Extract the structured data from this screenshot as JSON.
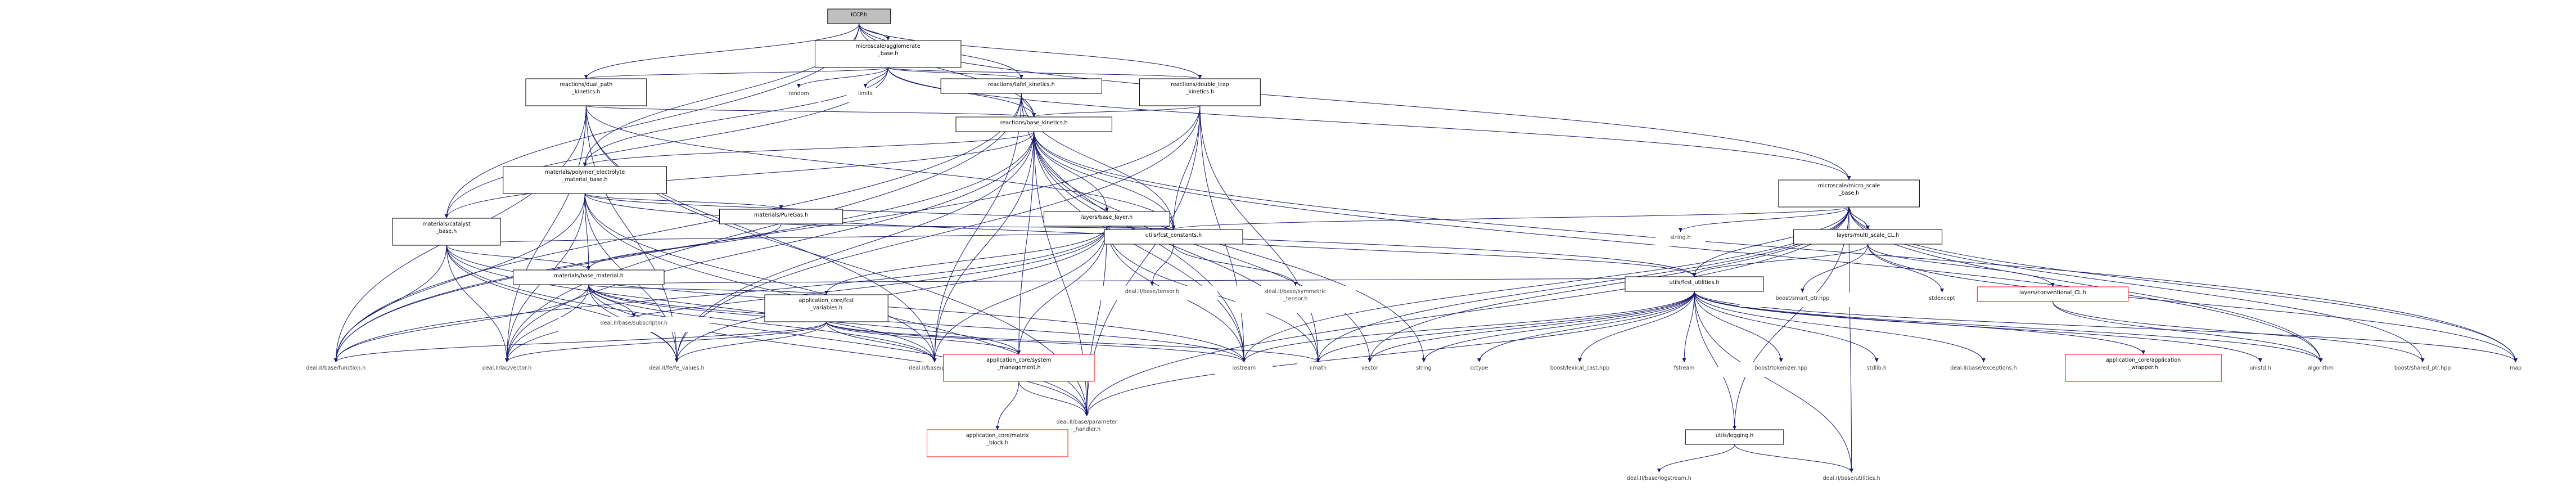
{
  "colors": {
    "edge": "#191970",
    "node_border": "#000000",
    "root_fill": "#bfbfbf",
    "extern_text": "#3a3a3a",
    "red_border": "#ff0000"
  },
  "nodes": [
    {
      "id": "root",
      "lines": [
        "ICCP.h"
      ],
      "style": "root"
    },
    {
      "id": "agglo",
      "lines": [
        "microscale/agglomerate",
        "_base.h"
      ],
      "style": "box"
    },
    {
      "id": "dual",
      "lines": [
        "reactions/dual_path",
        "_kinetics.h"
      ],
      "style": "box"
    },
    {
      "id": "tafel",
      "lines": [
        "reactions/tafel_kinetics.h"
      ],
      "style": "box"
    },
    {
      "id": "double",
      "lines": [
        "reactions/double_trap",
        "_kinetics.h"
      ],
      "style": "box"
    },
    {
      "id": "random",
      "lines": [
        "random"
      ],
      "style": "gray"
    },
    {
      "id": "limits",
      "lines": [
        "limits"
      ],
      "style": "gray"
    },
    {
      "id": "base_kin",
      "lines": [
        "reactions/base_kinetics.h"
      ],
      "style": "box"
    },
    {
      "id": "polymer",
      "lines": [
        "materials/polymer_electrolyte",
        "_material_base.h"
      ],
      "style": "box"
    },
    {
      "id": "catalyst",
      "lines": [
        "materials/catalyst",
        "_base.h"
      ],
      "style": "box"
    },
    {
      "id": "puregas",
      "lines": [
        "materials/PureGas.h"
      ],
      "style": "box"
    },
    {
      "id": "base_mat",
      "lines": [
        "materials/base_material.h"
      ],
      "style": "box"
    },
    {
      "id": "base_layer",
      "lines": [
        "layers/base_layer.h"
      ],
      "style": "box"
    },
    {
      "id": "fcst_const",
      "lines": [
        "utils/fcst_constants.h"
      ],
      "style": "box"
    },
    {
      "id": "micro",
      "lines": [
        "microscale/micro_scale",
        "_base.h"
      ],
      "style": "box"
    },
    {
      "id": "string_h",
      "lines": [
        "string.h"
      ],
      "style": "gray"
    },
    {
      "id": "multi_cl",
      "lines": [
        "layers/multi_scale_CL.h"
      ],
      "style": "box"
    },
    {
      "id": "fcst_utils",
      "lines": [
        "utils/fcst_utilities.h"
      ],
      "style": "box"
    },
    {
      "id": "app_fcst_var",
      "lines": [
        "application_core/fcst",
        "_variables.h"
      ],
      "style": "box"
    },
    {
      "id": "subscriptor",
      "lines": [
        "deal.II/base/subscriptor.h"
      ],
      "style": "gray"
    },
    {
      "id": "tensor",
      "lines": [
        "deal.II/base/tensor.h"
      ],
      "style": "gray"
    },
    {
      "id": "sym_tensor",
      "lines": [
        "deal.II/base/symmetric",
        "_tensor.h"
      ],
      "style": "gray"
    },
    {
      "id": "smart_ptr",
      "lines": [
        "boost/smart_ptr.hpp"
      ],
      "style": "gray"
    },
    {
      "id": "stdexcept",
      "lines": [
        "stdexcept"
      ],
      "style": "gray"
    },
    {
      "id": "conv_cl",
      "lines": [
        "layers/conventional_CL.h"
      ],
      "style": "red"
    },
    {
      "id": "func_h",
      "lines": [
        "deal.II/base/function.h"
      ],
      "style": "gray"
    },
    {
      "id": "vector_h",
      "lines": [
        "deal.II/lac/vector.h"
      ],
      "style": "gray"
    },
    {
      "id": "fe_values",
      "lines": [
        "deal.II/fe/fe_values.h"
      ],
      "style": "gray"
    },
    {
      "id": "point_h",
      "lines": [
        "deal.II/base/point.h"
      ],
      "style": "gray"
    },
    {
      "id": "app_sysmgmt",
      "lines": [
        "application_core/system",
        "_management.h"
      ],
      "style": "red"
    },
    {
      "id": "iostream",
      "lines": [
        "iostream"
      ],
      "style": "gray"
    },
    {
      "id": "cmath",
      "lines": [
        "cmath"
      ],
      "style": "gray"
    },
    {
      "id": "vector",
      "lines": [
        "vector"
      ],
      "style": "gray"
    },
    {
      "id": "string",
      "lines": [
        "string"
      ],
      "style": "gray"
    },
    {
      "id": "cctype",
      "lines": [
        "cctype"
      ],
      "style": "gray"
    },
    {
      "id": "lexical",
      "lines": [
        "boost/lexical_cast.hpp"
      ],
      "style": "gray"
    },
    {
      "id": "fstream",
      "lines": [
        "fstream"
      ],
      "style": "gray"
    },
    {
      "id": "tokenizer",
      "lines": [
        "boost/tokenizer.hpp"
      ],
      "style": "gray"
    },
    {
      "id": "stdlib",
      "lines": [
        "stdlib.h"
      ],
      "style": "gray"
    },
    {
      "id": "exceptions",
      "lines": [
        "deal.II/base/exceptions.h"
      ],
      "style": "gray"
    },
    {
      "id": "app_wrapper",
      "lines": [
        "application_core/application",
        "_wrapper.h"
      ],
      "style": "red"
    },
    {
      "id": "unistd",
      "lines": [
        "unistd.h"
      ],
      "style": "gray"
    },
    {
      "id": "algorithm",
      "lines": [
        "algorithm"
      ],
      "style": "gray"
    },
    {
      "id": "shared_ptr",
      "lines": [
        "boost/shared_ptr.hpp"
      ],
      "style": "gray"
    },
    {
      "id": "map",
      "lines": [
        "map"
      ],
      "style": "gray"
    },
    {
      "id": "param",
      "lines": [
        "deal.II/base/parameter",
        "_handler.h"
      ],
      "style": "gray"
    },
    {
      "id": "matrix_block",
      "lines": [
        "application_core/matrix",
        "_block.h"
      ],
      "style": "red"
    },
    {
      "id": "logging",
      "lines": [
        "utils/logging.h"
      ],
      "style": "box"
    },
    {
      "id": "logstream",
      "lines": [
        "deal.II/base/logstream.h"
      ],
      "style": "gray"
    },
    {
      "id": "utilities",
      "lines": [
        "deal.II/base/utilities.h"
      ],
      "style": "gray"
    }
  ],
  "edges": [
    [
      "root",
      "agglo"
    ],
    [
      "root",
      "dual"
    ],
    [
      "root",
      "tafel"
    ],
    [
      "root",
      "double"
    ],
    [
      "root",
      "base_kin"
    ],
    [
      "root",
      "polymer"
    ],
    [
      "root",
      "catalyst"
    ],
    [
      "root",
      "micro"
    ],
    [
      "agglo",
      "dual"
    ],
    [
      "agglo",
      "tafel"
    ],
    [
      "agglo",
      "double"
    ],
    [
      "agglo",
      "random"
    ],
    [
      "agglo",
      "limits"
    ],
    [
      "agglo",
      "base_kin"
    ],
    [
      "agglo",
      "polymer"
    ],
    [
      "agglo",
      "catalyst"
    ],
    [
      "agglo",
      "micro"
    ],
    [
      "dual",
      "base_kin"
    ],
    [
      "dual",
      "func_h"
    ],
    [
      "dual",
      "vector_h"
    ],
    [
      "dual",
      "fe_values"
    ],
    [
      "dual",
      "point_h"
    ],
    [
      "dual",
      "param"
    ],
    [
      "dual",
      "fcst_const"
    ],
    [
      "tafel",
      "base_kin"
    ],
    [
      "tafel",
      "func_h"
    ],
    [
      "tafel",
      "vector_h"
    ],
    [
      "tafel",
      "point_h"
    ],
    [
      "tafel",
      "fcst_const"
    ],
    [
      "tafel",
      "iostream"
    ],
    [
      "double",
      "base_kin"
    ],
    [
      "double",
      "fcst_const"
    ],
    [
      "double",
      "iostream"
    ],
    [
      "double",
      "cmath"
    ],
    [
      "double",
      "param"
    ],
    [
      "double",
      "fe_values"
    ],
    [
      "double",
      "func_h"
    ],
    [
      "base_kin",
      "polymer"
    ],
    [
      "base_kin",
      "catalyst"
    ],
    [
      "base_kin",
      "base_layer"
    ],
    [
      "base_kin",
      "fcst_const"
    ],
    [
      "base_kin",
      "app_sysmgmt"
    ],
    [
      "base_kin",
      "func_h"
    ],
    [
      "base_kin",
      "vector_h"
    ],
    [
      "base_kin",
      "fe_values"
    ],
    [
      "base_kin",
      "point_h"
    ],
    [
      "base_kin",
      "iostream"
    ],
    [
      "base_kin",
      "cmath"
    ],
    [
      "base_kin",
      "vector"
    ],
    [
      "base_kin",
      "string"
    ],
    [
      "base_kin",
      "param"
    ],
    [
      "base_kin",
      "map"
    ],
    [
      "base_kin",
      "algorithm"
    ],
    [
      "polymer",
      "base_mat"
    ],
    [
      "polymer",
      "puregas"
    ],
    [
      "polymer",
      "func_h"
    ],
    [
      "polymer",
      "vector_h"
    ],
    [
      "polymer",
      "param"
    ],
    [
      "polymer",
      "point_h"
    ],
    [
      "polymer",
      "fcst_const"
    ],
    [
      "polymer",
      "fcst_utils"
    ],
    [
      "polymer",
      "fe_values"
    ],
    [
      "catalyst",
      "base_mat"
    ],
    [
      "catalyst",
      "fcst_const"
    ],
    [
      "catalyst",
      "func_h"
    ],
    [
      "catalyst",
      "vector_h"
    ],
    [
      "catalyst",
      "fe_values"
    ],
    [
      "catalyst",
      "point_h"
    ],
    [
      "catalyst",
      "param"
    ],
    [
      "catalyst",
      "iostream"
    ],
    [
      "puregas",
      "base_mat"
    ],
    [
      "puregas",
      "fcst_const"
    ],
    [
      "base_mat",
      "subscriptor"
    ],
    [
      "base_mat",
      "app_fcst_var"
    ],
    [
      "base_mat",
      "app_sysmgmt"
    ],
    [
      "base_mat",
      "fcst_utils"
    ],
    [
      "base_mat",
      "func_h"
    ],
    [
      "base_mat",
      "vector_h"
    ],
    [
      "base_mat",
      "fe_values"
    ],
    [
      "base_mat",
      "point_h"
    ],
    [
      "base_mat",
      "param"
    ],
    [
      "base_mat",
      "iostream"
    ],
    [
      "base_layer",
      "app_fcst_var"
    ],
    [
      "base_layer",
      "app_sysmgmt"
    ],
    [
      "base_layer",
      "fcst_utils"
    ],
    [
      "base_layer",
      "fcst_const"
    ],
    [
      "base_layer",
      "func_h"
    ],
    [
      "base_layer",
      "vector_h"
    ],
    [
      "base_layer",
      "fe_values"
    ],
    [
      "base_layer",
      "point_h"
    ],
    [
      "base_layer",
      "param"
    ],
    [
      "base_layer",
      "iostream"
    ],
    [
      "base_layer",
      "cmath"
    ],
    [
      "fcst_const",
      "tensor"
    ],
    [
      "fcst_const",
      "sym_tensor"
    ],
    [
      "micro",
      "fcst_const"
    ],
    [
      "micro",
      "fcst_utils"
    ],
    [
      "micro",
      "string_h"
    ],
    [
      "micro",
      "multi_cl"
    ],
    [
      "micro",
      "param"
    ],
    [
      "micro",
      "iostream"
    ],
    [
      "micro",
      "cmath"
    ],
    [
      "micro",
      "vector"
    ],
    [
      "micro",
      "map"
    ],
    [
      "micro",
      "algorithm"
    ],
    [
      "micro",
      "shared_ptr"
    ],
    [
      "micro",
      "logging"
    ],
    [
      "micro",
      "utilities"
    ],
    [
      "multi_cl",
      "micro"
    ],
    [
      "multi_cl",
      "fcst_utils"
    ],
    [
      "multi_cl",
      "smart_ptr"
    ],
    [
      "multi_cl",
      "stdexcept"
    ],
    [
      "multi_cl",
      "conv_cl"
    ],
    [
      "multi_cl",
      "map"
    ],
    [
      "conv_cl",
      "algorithm"
    ],
    [
      "conv_cl",
      "shared_ptr"
    ],
    [
      "fcst_utils",
      "param"
    ],
    [
      "fcst_utils",
      "iostream"
    ],
    [
      "fcst_utils",
      "cmath"
    ],
    [
      "fcst_utils",
      "vector"
    ],
    [
      "fcst_utils",
      "string"
    ],
    [
      "fcst_utils",
      "cctype"
    ],
    [
      "fcst_utils",
      "lexical"
    ],
    [
      "fcst_utils",
      "fstream"
    ],
    [
      "fcst_utils",
      "tokenizer"
    ],
    [
      "fcst_utils",
      "stdlib"
    ],
    [
      "fcst_utils",
      "exceptions"
    ],
    [
      "fcst_utils",
      "app_wrapper"
    ],
    [
      "fcst_utils",
      "unistd"
    ],
    [
      "fcst_utils",
      "algorithm"
    ],
    [
      "fcst_utils",
      "logging"
    ],
    [
      "fcst_utils",
      "utilities"
    ],
    [
      "fcst_utils",
      "map"
    ],
    [
      "app_fcst_var",
      "func_h"
    ],
    [
      "app_fcst_var",
      "vector_h"
    ],
    [
      "app_fcst_var",
      "fe_values"
    ],
    [
      "app_fcst_var",
      "point_h"
    ],
    [
      "app_fcst_var",
      "iostream"
    ],
    [
      "app_fcst_var",
      "app_sysmgmt"
    ],
    [
      "app_fcst_var",
      "cmath"
    ],
    [
      "app_sysmgmt",
      "param"
    ],
    [
      "app_sysmgmt",
      "matrix_block"
    ],
    [
      "logging",
      "logstream"
    ],
    [
      "logging",
      "utilities"
    ]
  ]
}
